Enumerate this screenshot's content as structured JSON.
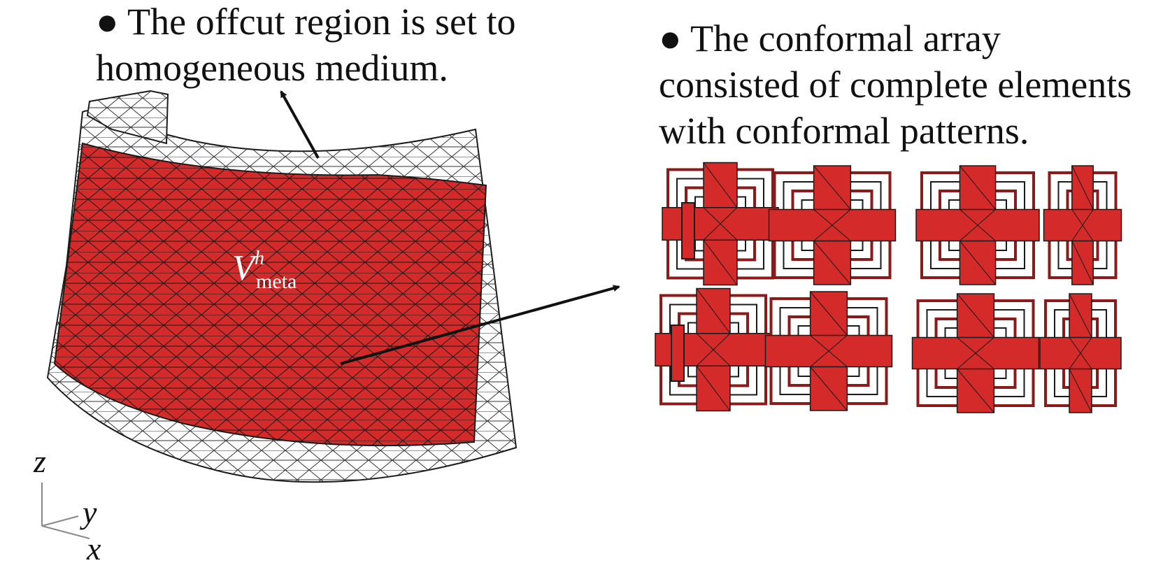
{
  "captions": {
    "left_line1": "● The offcut region is set to",
    "left_line2": "homogeneous medium.",
    "right_line1": "● The conformal array",
    "right_line2": "consisted of complete elements",
    "right_line3": "with conformal patterns."
  },
  "region_label": {
    "main": "V",
    "superscript": "h",
    "subscript": "meta"
  },
  "axes": {
    "z": "z",
    "y": "y",
    "x": "x"
  },
  "colors": {
    "red_region": "#d42a2a",
    "mesh_line": "#1a1a1a",
    "arrow": "#111111",
    "pattern_outline": "#8b1a1a"
  }
}
